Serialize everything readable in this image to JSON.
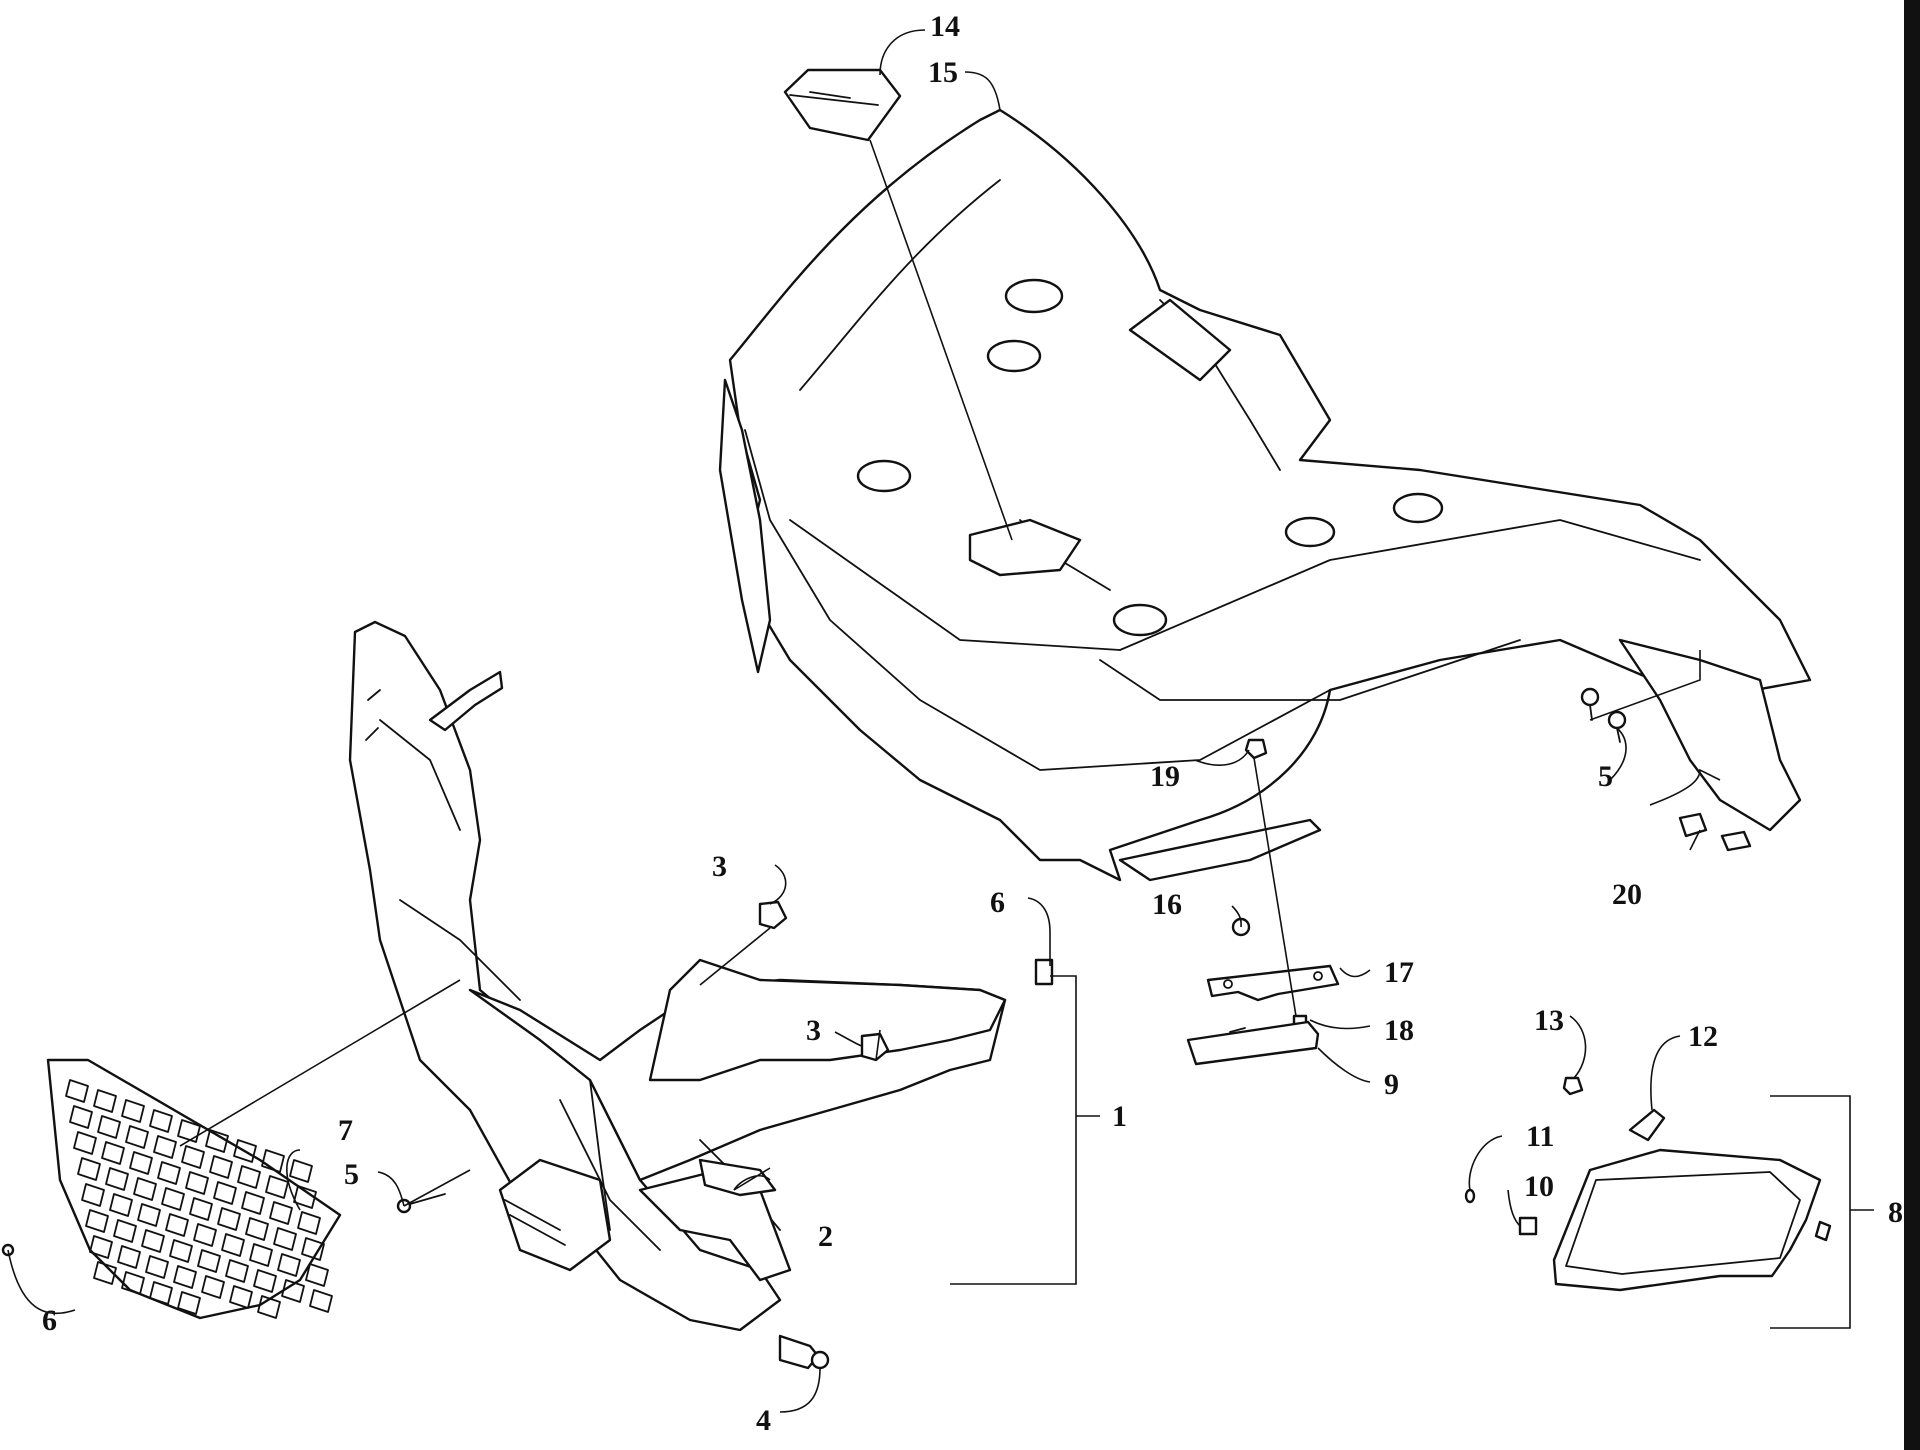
{
  "callouts": {
    "c1": "1",
    "c2": "2",
    "c3a": "3",
    "c3b": "3",
    "c4": "4",
    "c5a": "5",
    "c5b": "5",
    "c6a": "6",
    "c6b": "6",
    "c7": "7",
    "c8": "8",
    "c9": "9",
    "c10": "10",
    "c11": "11",
    "c12": "12",
    "c13": "13",
    "c14": "14",
    "c15": "15",
    "c16": "16",
    "c17": "17",
    "c18": "18",
    "c19": "19",
    "c20": "20"
  },
  "colors": {
    "line": "#111111",
    "background": "#ffffff"
  }
}
